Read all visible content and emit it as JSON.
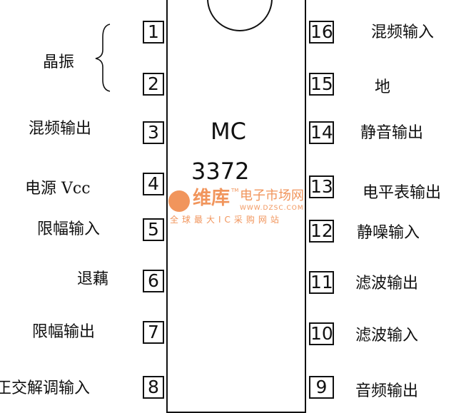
{
  "chip": {
    "line1": "MC",
    "line2": "3372"
  },
  "left_pins": [
    {
      "num": "1",
      "label": ""
    },
    {
      "num": "2",
      "label": ""
    },
    {
      "num": "3",
      "label": "混频输出"
    },
    {
      "num": "4",
      "label": "电源 Vcc"
    },
    {
      "num": "5",
      "label": "限幅输入"
    },
    {
      "num": "6",
      "label": "退藕"
    },
    {
      "num": "7",
      "label": "限幅输出"
    },
    {
      "num": "8",
      "label": "正交解调输入"
    }
  ],
  "crystal_label": "晶振",
  "right_pins": [
    {
      "num": "16",
      "label": "混频输入"
    },
    {
      "num": "15",
      "label": "地"
    },
    {
      "num": "14",
      "label": "静音输出"
    },
    {
      "num": "13",
      "label": "电平表输出"
    },
    {
      "num": "12",
      "label": "静噪输入"
    },
    {
      "num": "11",
      "label": "滤波输出"
    },
    {
      "num": "10",
      "label": "滤波输入"
    },
    {
      "num": "9",
      "label": "音频输出"
    }
  ],
  "watermark": {
    "brand": "维库",
    "name": "电子市场网",
    "tm": "TM",
    "url": "WWW.DZSC.COM",
    "slogan": "全球最大IC采购网站"
  }
}
